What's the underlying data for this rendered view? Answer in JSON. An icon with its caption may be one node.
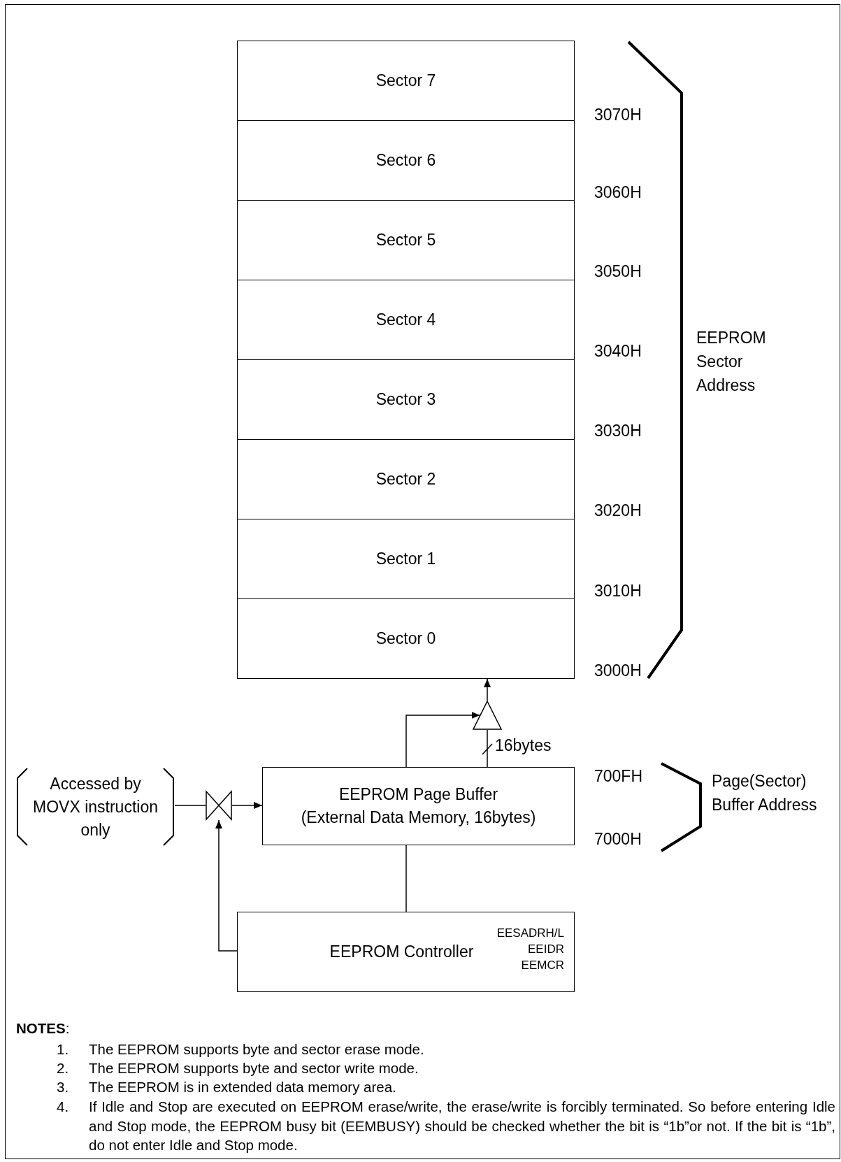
{
  "diagram": {
    "nodes": [
      {
        "text": [
          "Sector 7"
        ]
      },
      {
        "text": [
          "Sector 6"
        ]
      },
      {
        "text": [
          "Sector 5"
        ]
      },
      {
        "text": [
          "Sector 4"
        ]
      },
      {
        "text": [
          "Sector 3"
        ]
      },
      {
        "text": [
          "Sector 2"
        ]
      },
      {
        "text": [
          "Sector 1"
        ]
      },
      {
        "text": [
          "Sector 0"
        ]
      },
      {
        "text": [
          "Accessed by MOVX instruction only"
        ]
      },
      {
        "text": [],
        "shape": "bowtie"
      },
      {
        "text": [],
        "shape": "triangle"
      },
      {
        "text": [
          "EEPROM Page Buffer",
          "(External Data Memory, 16bytes)"
        ]
      },
      {
        "text": [
          "EEPROM Controller",
          "EESADRH/L",
          "EEIDR",
          "EEMCR"
        ]
      }
    ],
    "edges": [
      {
        "from": 8,
        "to": 9,
        "arrow": "none"
      },
      {
        "from": 9,
        "to": 11,
        "arrow": "to"
      },
      {
        "from": 12,
        "to": 9,
        "arrow": "to"
      },
      {
        "from": 11,
        "to": 10,
        "arrow": "to"
      },
      {
        "from": 11,
        "to": 10,
        "arrow": "none",
        "label": "16bytes"
      },
      {
        "from": 10,
        "to": 7,
        "arrow": "to"
      },
      {
        "from": 11,
        "to": 12,
        "arrow": "none"
      }
    ],
    "labels": [
      "3070H",
      "3060H",
      "3050H",
      "3040H",
      "3030H",
      "3020H",
      "3010H",
      "3000H",
      "EEPROM Sector Address",
      "700FH",
      "7000H",
      "Page(Sector) Buffer Address",
      "**NOTES**:",
      "1.",
      "The EEPROM supports byte and sector erase mode.",
      "2.",
      "The EEPROM supports byte and sector write mode.",
      "3.",
      "The EEPROM is in extended data memory area.",
      "4.",
      "If Idle and Stop are executed on EEPROM erase/write, the erase/write is forcibly terminated. So before entering Idle and Stop mode, the EEPROM busy bit (EEMBUSY) should be checked whether the bit is “1b”or not. If the bit is “1b”, do not enter Idle and Stop mode."
    ]
  }
}
